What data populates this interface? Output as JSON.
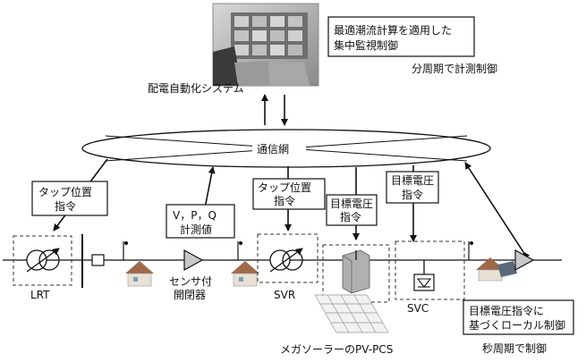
{
  "central": {
    "system_label": "配電自動化システム",
    "desc_line1": "最適潮流計算を適用した",
    "desc_line2": "集中監視制御",
    "cycle": "分周期で計測制御"
  },
  "network": {
    "label": "通信網"
  },
  "devices": {
    "lrt": {
      "label": "LRT",
      "cmd_line1": "タップ位置",
      "cmd_line2": "指令"
    },
    "sensor": {
      "label_line1": "センサ付",
      "label_line2": "開閉器",
      "meas_line1": "V，P，Q",
      "meas_line2": "計測値"
    },
    "svr": {
      "label": "SVR",
      "cmd_line1": "タップ位置",
      "cmd_line2": "指令"
    },
    "pvpcs": {
      "label": "メガソーラーのPV-PCS",
      "cmd_line1": "目標電圧",
      "cmd_line2": "指令"
    },
    "svc": {
      "label": "SVC",
      "cmd_line1": "目標電圧",
      "cmd_line2": "指令"
    }
  },
  "local": {
    "desc_line1": "目標電圧指令に",
    "desc_line2": "基づくローカル制御",
    "cycle": "秒周期で制御"
  },
  "colors": {
    "line": "#111111",
    "device_fill": "#b0b0b0",
    "house_roof": "#a06a4a"
  }
}
